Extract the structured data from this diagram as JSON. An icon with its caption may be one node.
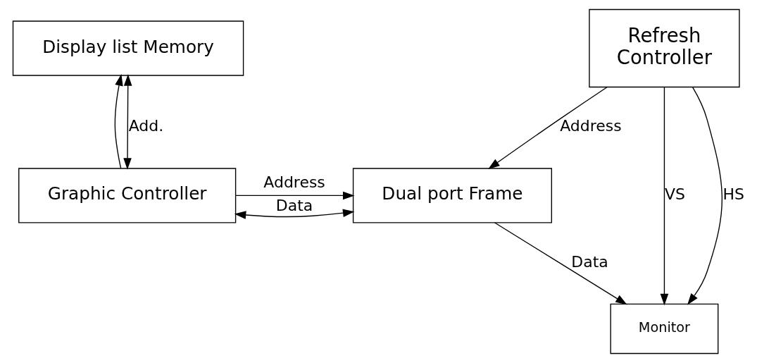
{
  "diagram": {
    "nodes": [
      {
        "text": [
          "Display list Memory"
        ]
      },
      {
        "text": [
          "Graphic Controller"
        ]
      },
      {
        "text": [
          "Refresh",
          "Controller"
        ]
      },
      {
        "text": [
          "Dual port Frame"
        ]
      },
      {
        "text": [
          "Monitor"
        ]
      }
    ],
    "edges": [
      {
        "from": 1,
        "to": 0,
        "arrow": "to"
      },
      {
        "from": 1,
        "to": 0,
        "arrow": "both",
        "label": "Add."
      },
      {
        "from": 1,
        "to": 3,
        "arrow": "to",
        "label": "Address"
      },
      {
        "from": 1,
        "to": 3,
        "arrow": "both",
        "label": "Data"
      },
      {
        "from": 2,
        "to": 3,
        "arrow": "to",
        "label": "Address"
      },
      {
        "from": 3,
        "to": 4,
        "arrow": "to",
        "label": "Data"
      },
      {
        "from": 2,
        "to": 4,
        "arrow": "to",
        "label": "VS"
      },
      {
        "from": 2,
        "to": 4,
        "arrow": "to",
        "label": "HS"
      }
    ]
  }
}
